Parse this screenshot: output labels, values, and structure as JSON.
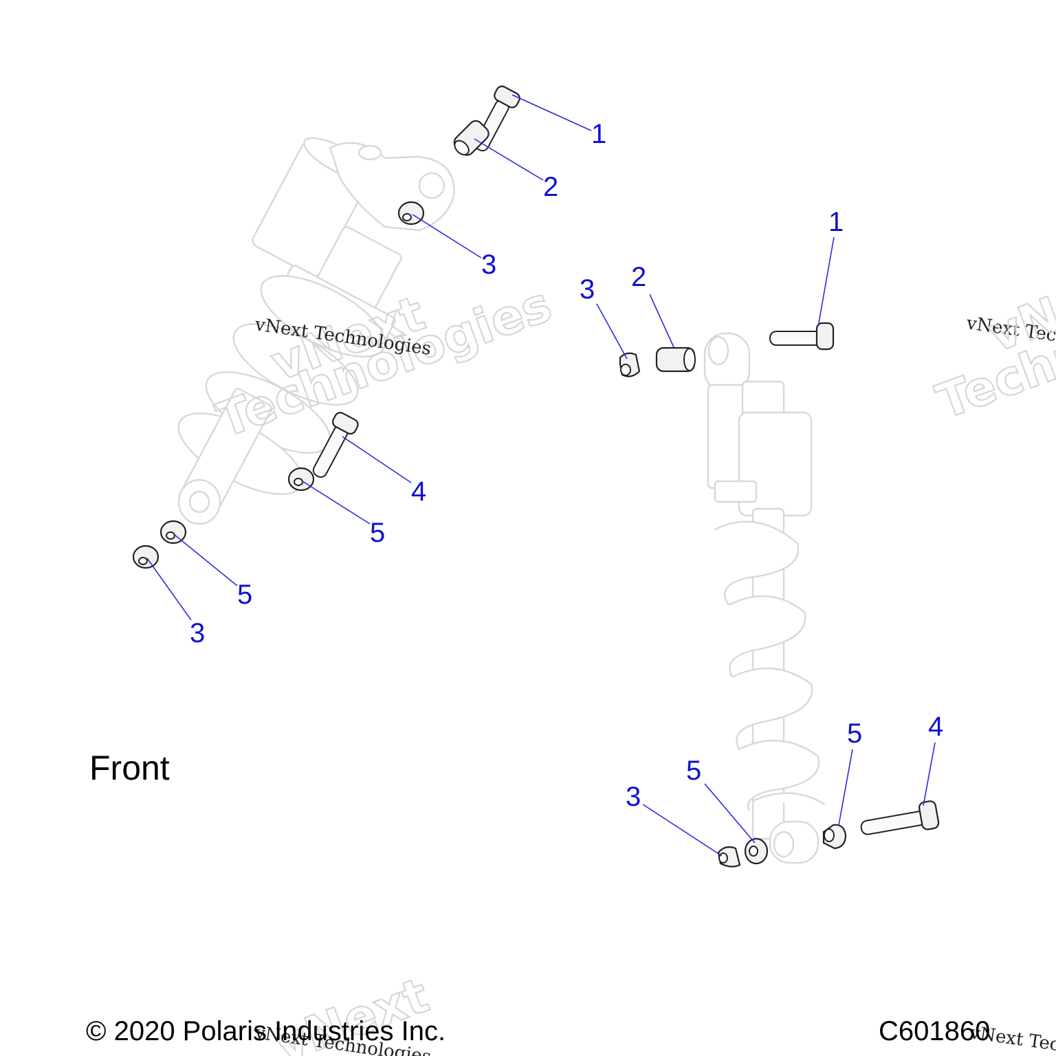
{
  "labels": {
    "front": "Front",
    "copyright": "© 2020 Polaris Industries Inc.",
    "code": "C601860"
  },
  "watermark": {
    "line1": "vNext Technologies",
    "big_top": "vNext",
    "big_bottom": "Technologies"
  },
  "callouts": [
    {
      "id": "c1a",
      "num": "1"
    },
    {
      "id": "c2a",
      "num": "2"
    },
    {
      "id": "c3a",
      "num": "3"
    },
    {
      "id": "c4a",
      "num": "4"
    },
    {
      "id": "c5a",
      "num": "5"
    },
    {
      "id": "c5b",
      "num": "5"
    },
    {
      "id": "c3b",
      "num": "3"
    },
    {
      "id": "c1b",
      "num": "1"
    },
    {
      "id": "c2b",
      "num": "2"
    },
    {
      "id": "c3c",
      "num": "3"
    },
    {
      "id": "c5c",
      "num": "5"
    },
    {
      "id": "c4b",
      "num": "4"
    },
    {
      "id": "c5d",
      "num": "5"
    },
    {
      "id": "c3d",
      "num": "3"
    }
  ],
  "colors": {
    "callout": "#1010d0",
    "leader": "#2a2ae0",
    "ghost": "#d8d8d8"
  }
}
